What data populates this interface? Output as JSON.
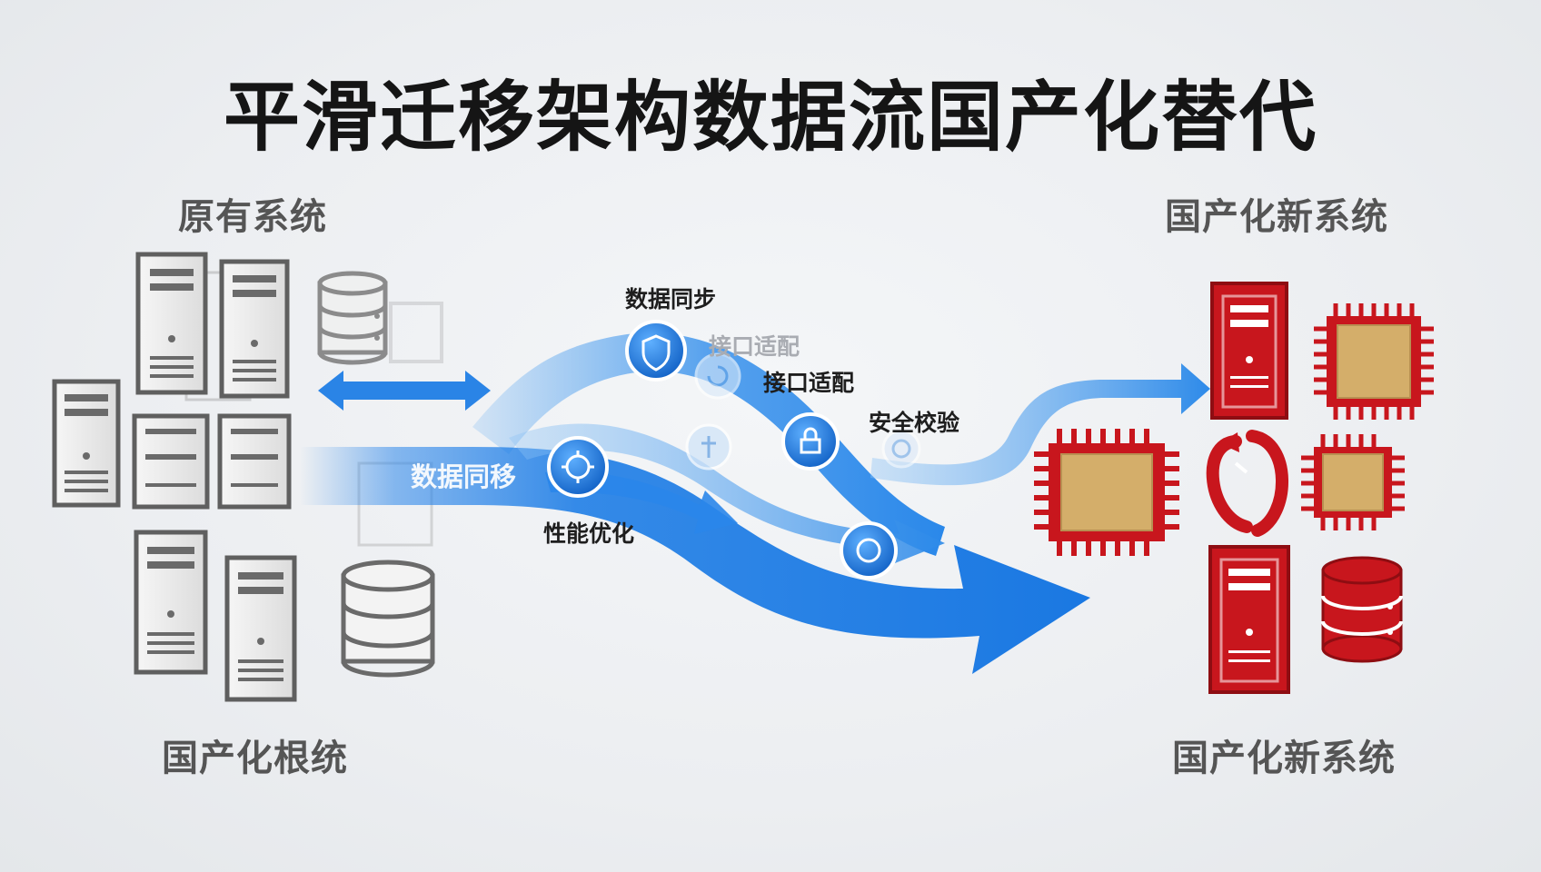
{
  "title": "平滑迁移架构数据流国产化替代",
  "labels": {
    "top_left": "原有系统",
    "bottom_left": "国产化根统",
    "top_right": "国产化新系统",
    "bottom_right": "国产化新系统"
  },
  "steps": {
    "data_sync": "数据同步",
    "interface_adapt_faded": "接口适配",
    "interface_adapt": "接口适配",
    "security_check": "安全校验",
    "data_migrate": "数据同移",
    "perf_opt": "性能优化"
  },
  "colors": {
    "legacy_gray": "#6a6a6a",
    "flow_blue": "#1f7ee6",
    "domestic_red": "#c8161d",
    "chip_gold": "#d4ae6a"
  },
  "icons": {
    "legacy": [
      "server-icon",
      "database-icon"
    ],
    "domestic": [
      "server-icon",
      "chip-icon",
      "database-icon",
      "sync-logo-icon"
    ],
    "flow_nodes": [
      "shield-icon",
      "sync-icon",
      "lock-icon",
      "gear-icon",
      "check-icon",
      "plug-icon"
    ]
  }
}
